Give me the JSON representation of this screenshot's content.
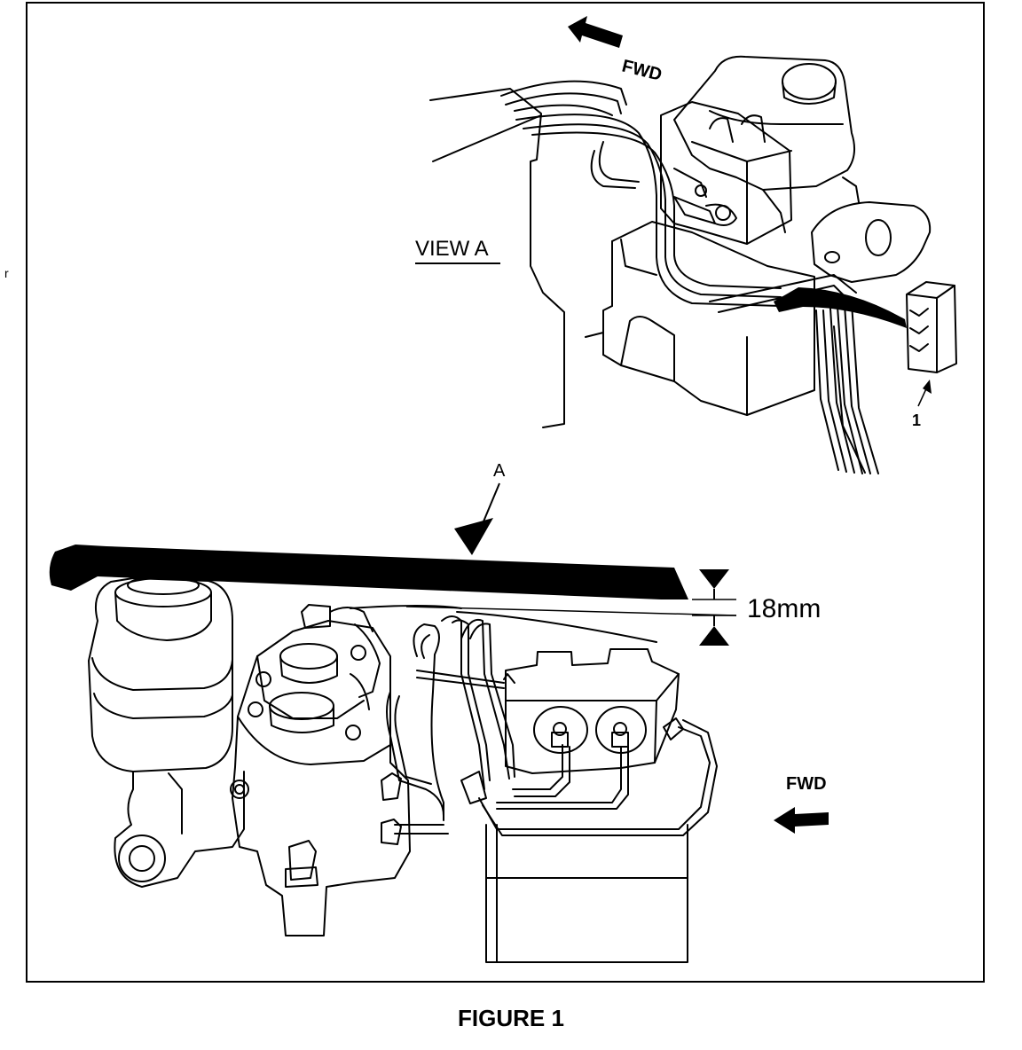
{
  "figure": {
    "caption": "FIGURE 1",
    "stray_mark": "r"
  },
  "view_a": {
    "title": "VIEW A",
    "fwd_label": "FWD",
    "callout_number": "1"
  },
  "main_view": {
    "view_marker": "A",
    "clearance_label": "18mm",
    "fwd_label": "FWD"
  },
  "colors": {
    "ink": "#000000",
    "paper": "#ffffff"
  }
}
